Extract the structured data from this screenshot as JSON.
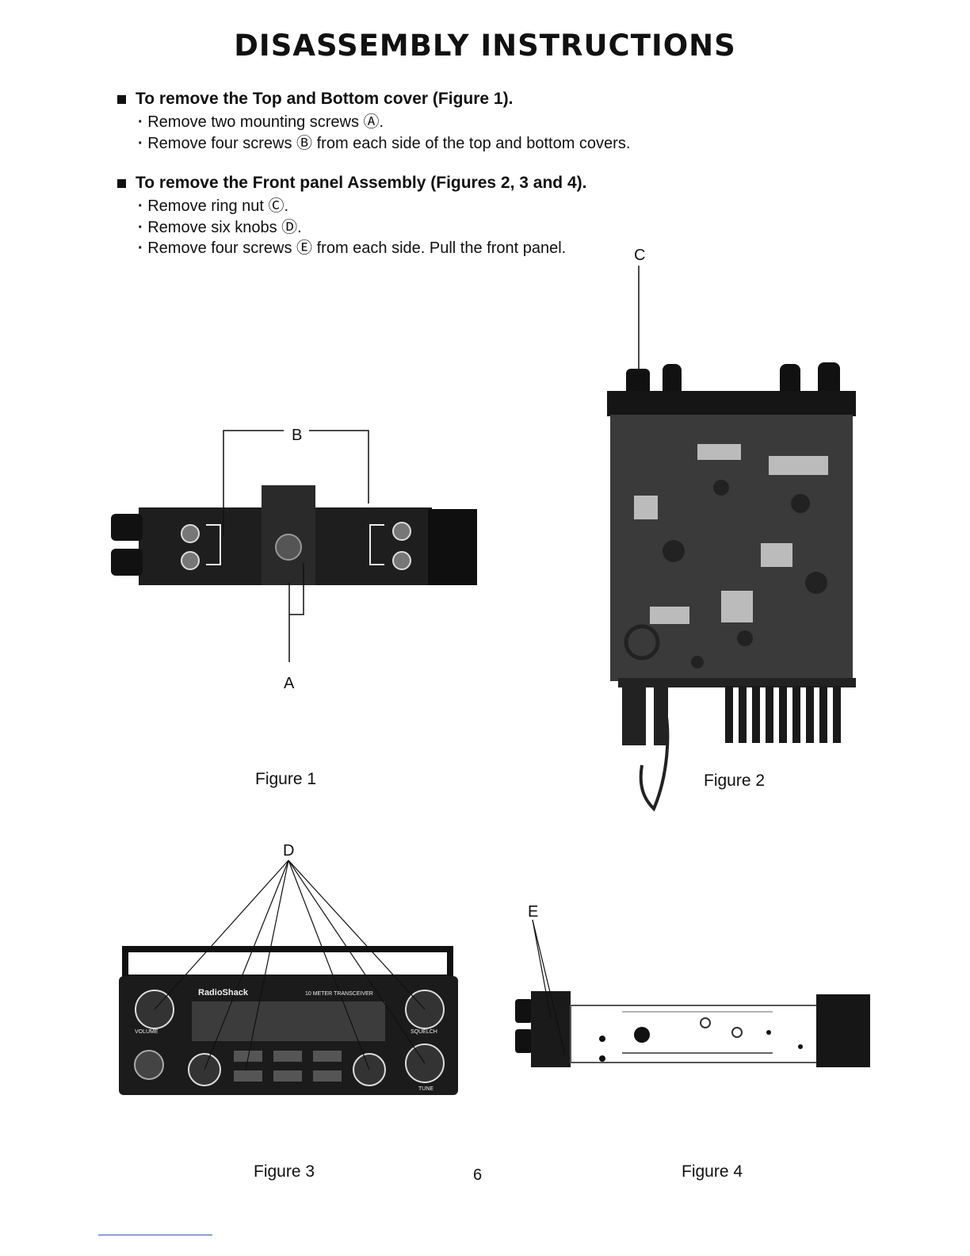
{
  "title": "DISASSEMBLY INSTRUCTIONS",
  "sections": [
    {
      "heading": "To remove the Top and Bottom cover (Figure 1).",
      "steps": [
        "Remove two mounting screws Ⓐ.",
        "Remove four screws Ⓑ from each side of the top and bottom covers."
      ]
    },
    {
      "heading": "To remove the Front panel Assembly (Figures 2, 3 and 4).",
      "steps": [
        "Remove ring nut Ⓒ.",
        "Remove six knobs Ⓓ.",
        "Remove four screws Ⓔ from each side. Pull the front panel."
      ]
    }
  ],
  "figures": {
    "fig1": {
      "caption": "Figure 1",
      "labels": {
        "b": "B",
        "a": "A"
      }
    },
    "fig2": {
      "caption": "Figure 2",
      "labels": {
        "c": "C"
      }
    },
    "fig3": {
      "caption": "Figure 3",
      "labels": {
        "d": "D"
      },
      "panel_text": {
        "brand": "RadioShack",
        "model": "10 METER TRANSCEIVER",
        "volume": "VOLUME",
        "squelch": "SQUELCH",
        "tune": "TUNE"
      }
    },
    "fig4": {
      "caption": "Figure 4",
      "labels": {
        "e": "E"
      }
    }
  },
  "page_number": "6"
}
